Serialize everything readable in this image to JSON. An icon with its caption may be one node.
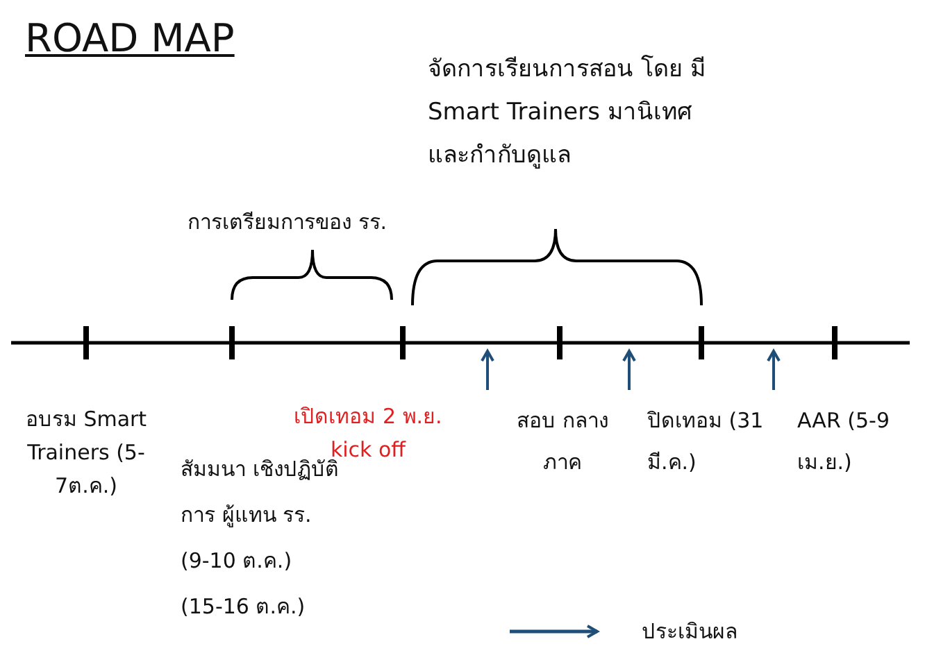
{
  "diagram": {
    "title": "ROAD MAP",
    "labels": [
      "จัดการเรียนการสอน โดย มี Smart Trainers มานิเทศ และกำกับดูแล",
      "การเตรียมการของ รร.",
      "อบรม Smart Trainers (5-7ต.ค.)",
      "สัมมนา เชิงปฏิบัติการ ผู้แทน รร. (9-10 ต.ค.) (15-16 ต.ค.)",
      "เปิดเทอม 2 พ.ย. kick off",
      "สอบ กลางภาค",
      "ปิดเทอม (31 มี.ค.)",
      "AAR (5-9 เม.ย.)"
    ],
    "legend": [
      {
        "text": "ประเมินผล"
      }
    ]
  }
}
